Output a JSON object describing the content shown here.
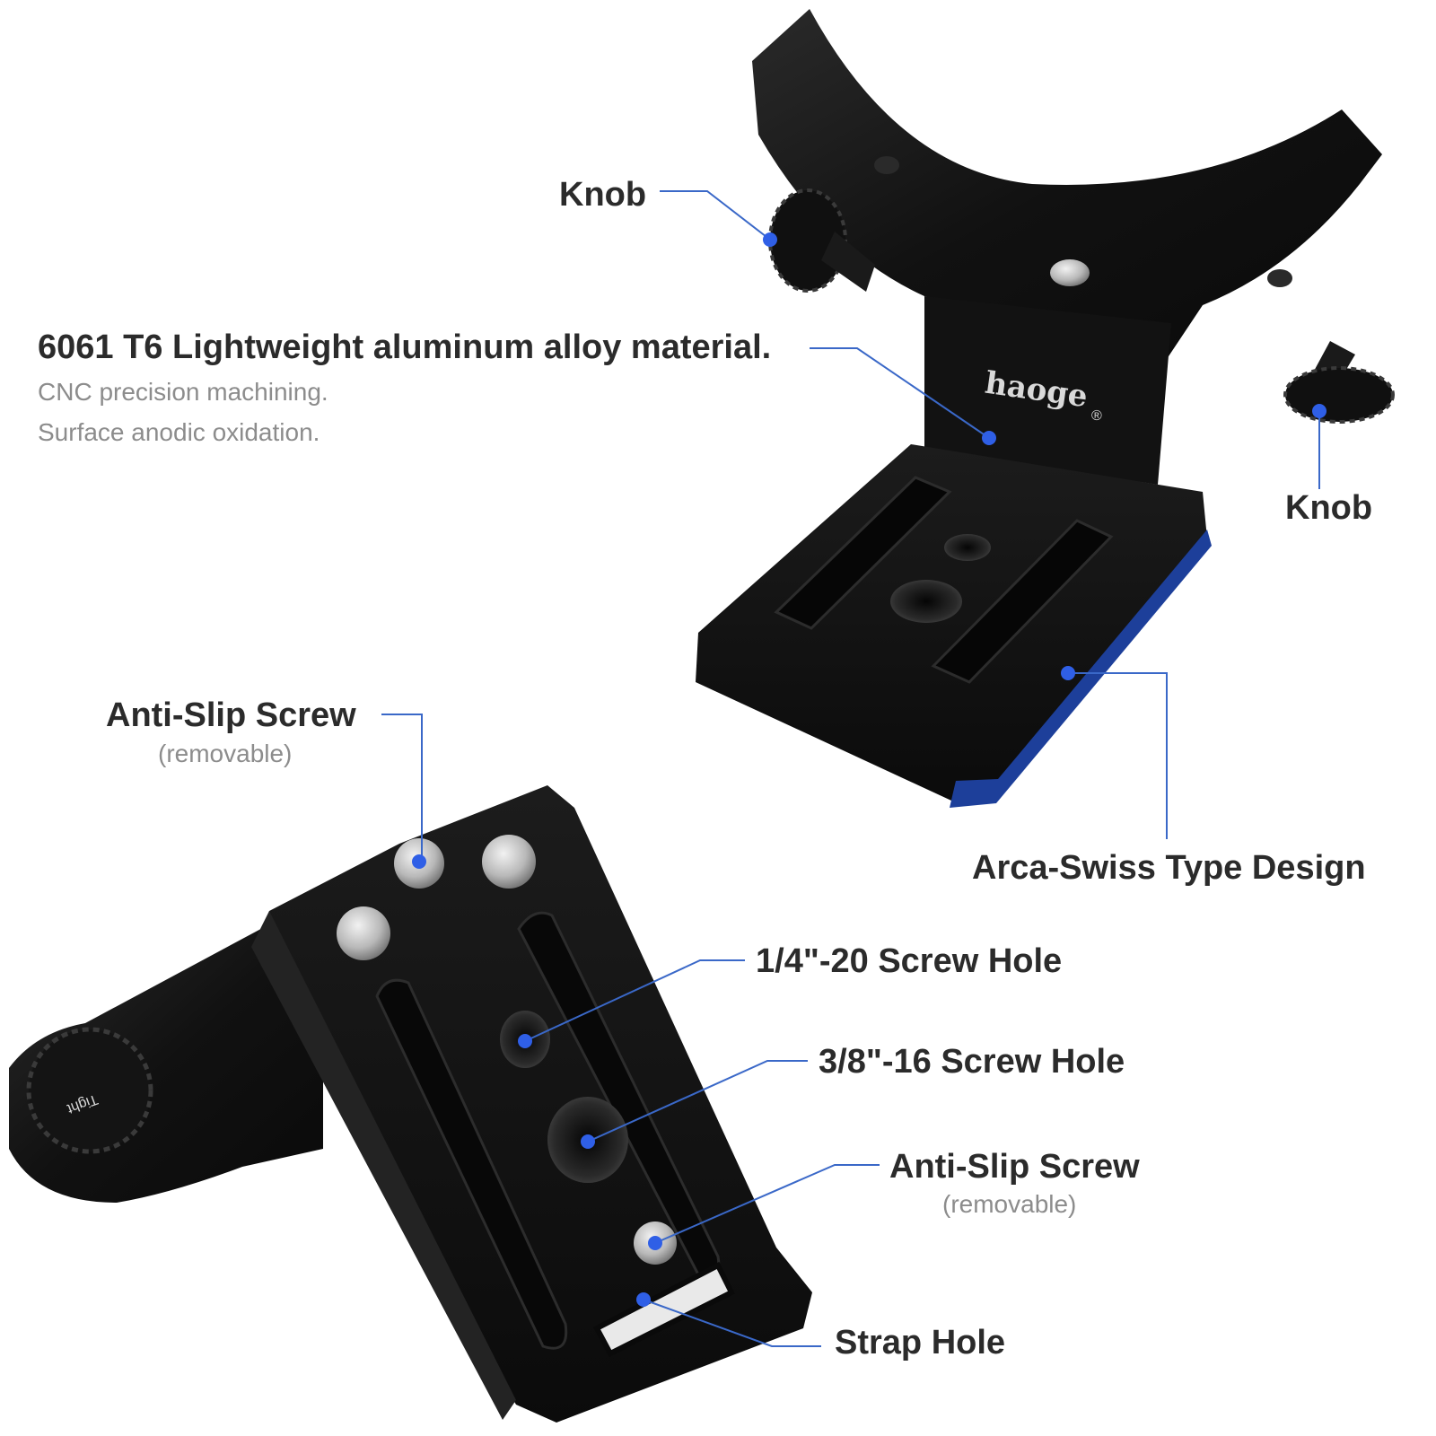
{
  "brand": {
    "logo_text": "haoge",
    "registered_mark": "®",
    "knob_engraving": "Tight"
  },
  "colors": {
    "callout_line": "#3a68c8",
    "callout_dot": "#2f5fe6",
    "metal": "#151515",
    "arca_stripe": "#1d3f9a"
  },
  "material": {
    "title": "6061 T6 Lightweight aluminum alloy material.",
    "line1": "CNC precision machining.",
    "line2": "Surface anodic oxidation."
  },
  "callouts": {
    "knob_left": "Knob",
    "knob_right": "Knob",
    "arca_swiss": "Arca-Swiss Type Design",
    "anti_slip_top": "Anti-Slip Screw",
    "anti_slip_top_note": "(removable)",
    "screw_quarter": "1/4\"-20 Screw Hole",
    "screw_three_eighths": "3/8\"-16 Screw Hole",
    "anti_slip_bottom": "Anti-Slip Screw",
    "anti_slip_bottom_note": "(removable)",
    "strap_hole": "Strap Hole"
  }
}
